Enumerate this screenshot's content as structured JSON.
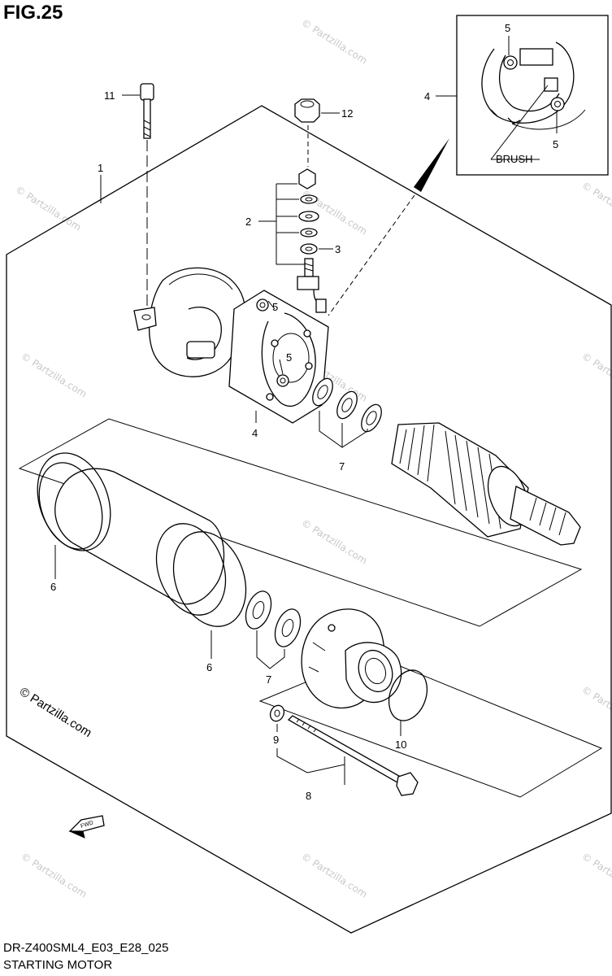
{
  "figure": {
    "title": "FIG.25",
    "model_code": "DR-Z400SML4_E03_E28_025",
    "name": "STARTING MOTOR",
    "credit": "© Partzilla.com",
    "watermark": "© Partzilla.com"
  },
  "callouts": [
    {
      "id": "11",
      "text": "11"
    },
    {
      "id": "12",
      "text": "12"
    },
    {
      "id": "1",
      "text": "1"
    },
    {
      "id": "2",
      "text": "2"
    },
    {
      "id": "3",
      "text": "3"
    },
    {
      "id": "5a",
      "text": "5"
    },
    {
      "id": "5b",
      "text": "5"
    },
    {
      "id": "4",
      "text": "4"
    },
    {
      "id": "7a",
      "text": "7"
    },
    {
      "id": "6a",
      "text": "6"
    },
    {
      "id": "6b",
      "text": "6"
    },
    {
      "id": "7b",
      "text": "7"
    },
    {
      "id": "9",
      "text": "9"
    },
    {
      "id": "8",
      "text": "8"
    },
    {
      "id": "10",
      "text": "10"
    },
    {
      "id": "inset4",
      "text": "4"
    },
    {
      "id": "inset5a",
      "text": "5"
    },
    {
      "id": "inset5b",
      "text": "5"
    }
  ],
  "inset": {
    "brush_label": "BRUSH"
  },
  "fwd_label": "FWD"
}
